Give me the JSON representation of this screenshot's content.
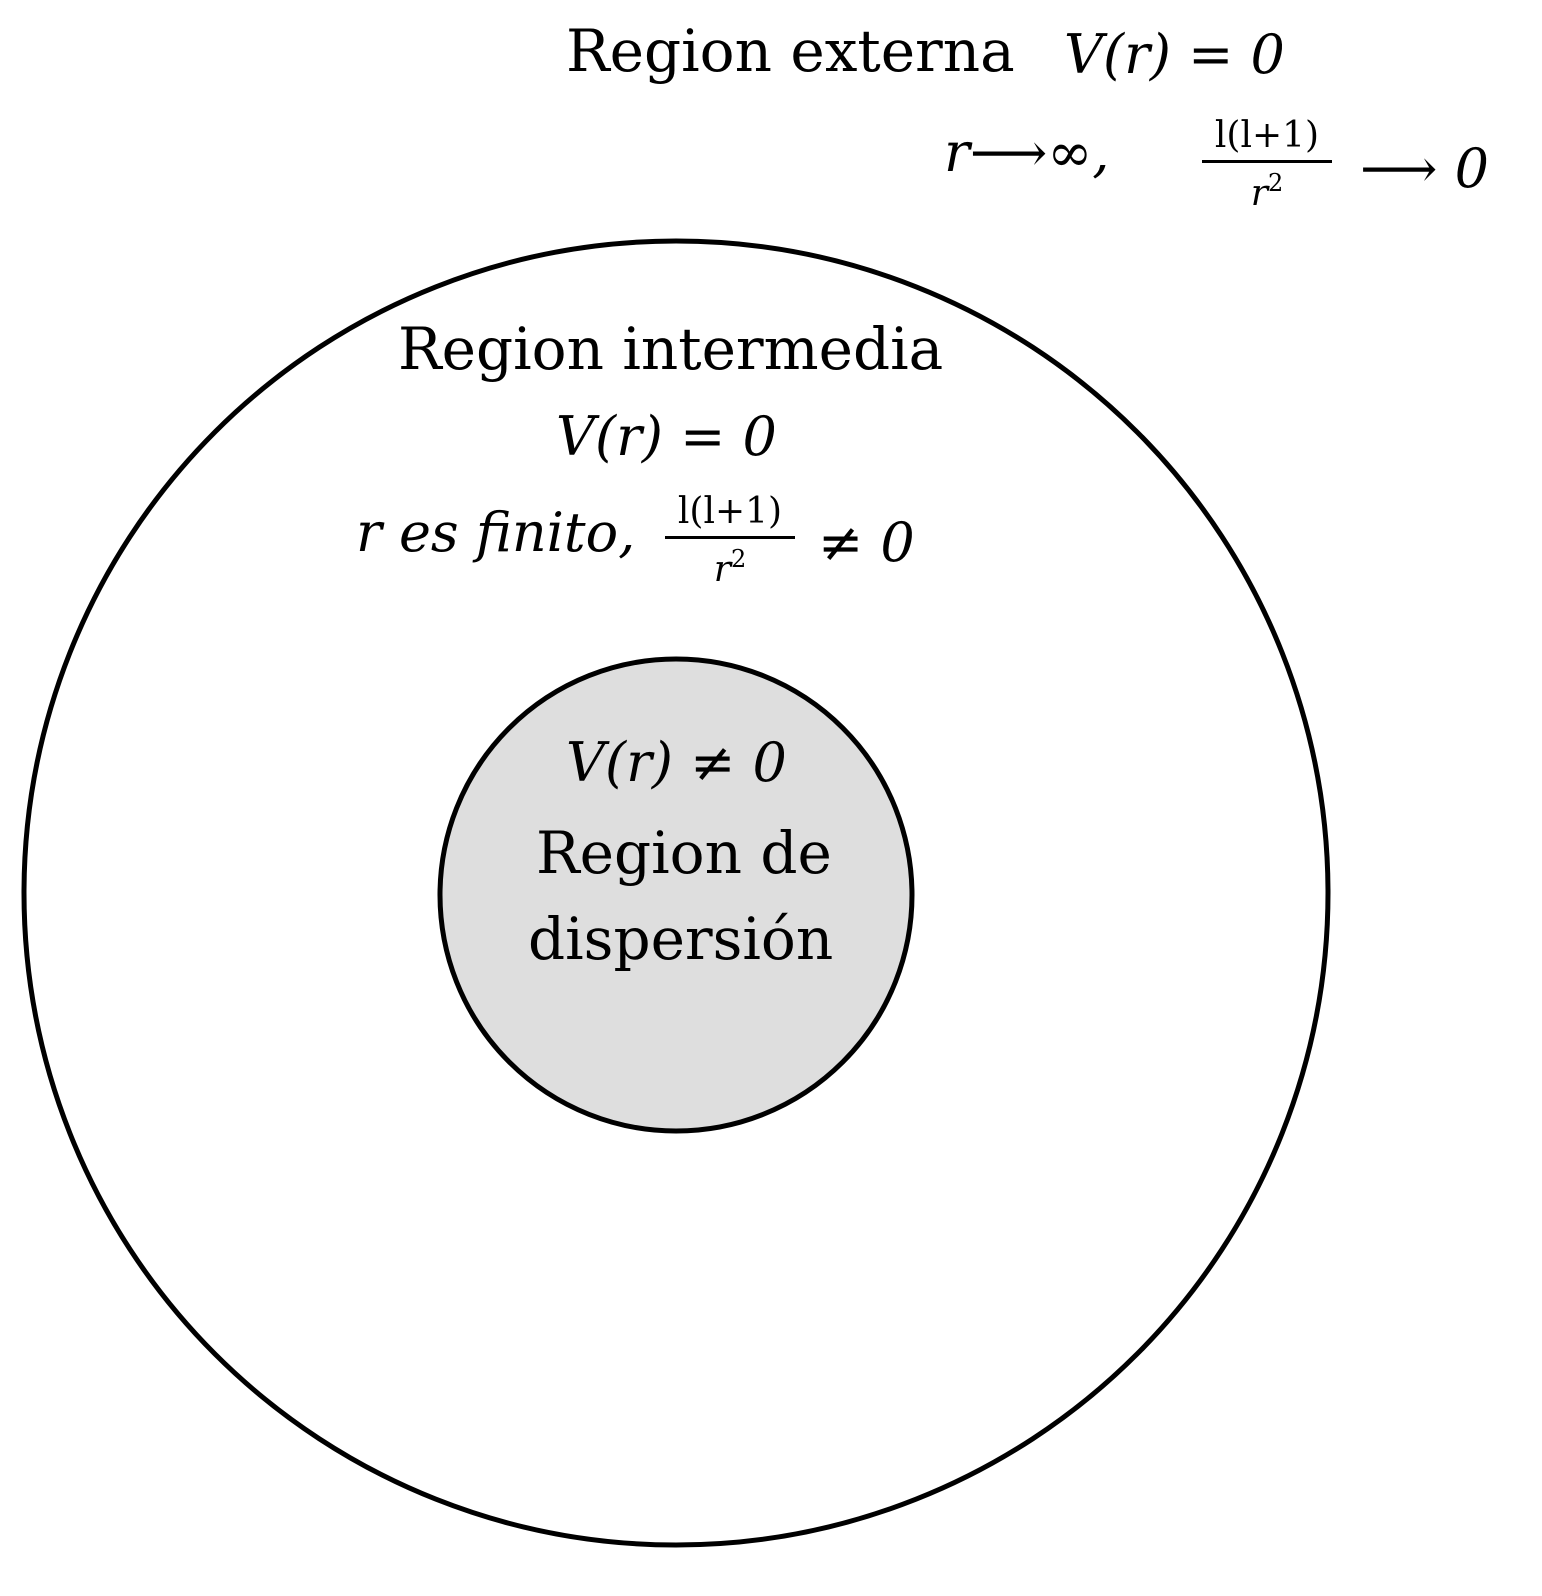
{
  "colors": {
    "outer_fill": "#ffffff",
    "inner_fill": "#dedede",
    "stroke": "#000000"
  },
  "external": {
    "title": "Region externa",
    "potential": "V(r) = 0",
    "limit_r": "r⟶∞,",
    "frac_num": "l(l+1)",
    "frac_den": "r",
    "frac_exp": "2",
    "limit_result": "⟶ 0"
  },
  "intermediate": {
    "title": "Region intermedia",
    "potential": "V(r) = 0",
    "condition": "r es finito,",
    "frac_num": "l(l+1)",
    "frac_den": "r",
    "frac_exp": "2",
    "relation": "≠ 0"
  },
  "scattering": {
    "potential": "V(r) ≠ 0",
    "title_line1": "Region de",
    "title_line2": "dispersión"
  }
}
